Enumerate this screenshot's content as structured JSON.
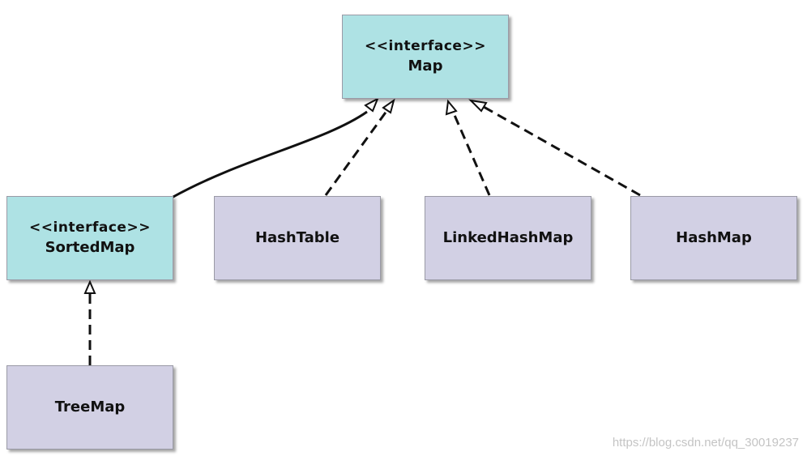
{
  "nodes": {
    "map": {
      "stereotype": "<<interface>>",
      "name": "Map"
    },
    "sortedmap": {
      "stereotype": "<<interface>>",
      "name": "SortedMap"
    },
    "hashtable": {
      "name": "HashTable"
    },
    "linkedhashmap": {
      "name": "LinkedHashMap"
    },
    "hashmap": {
      "name": "HashMap"
    },
    "treemap": {
      "name": "TreeMap"
    }
  },
  "edges": [
    {
      "from": "SortedMap",
      "to": "Map",
      "style": "solid",
      "arrow": "hollow-triangle"
    },
    {
      "from": "HashTable",
      "to": "Map",
      "style": "dashed",
      "arrow": "hollow-triangle"
    },
    {
      "from": "LinkedHashMap",
      "to": "Map",
      "style": "dashed",
      "arrow": "hollow-triangle"
    },
    {
      "from": "HashMap",
      "to": "Map",
      "style": "dashed",
      "arrow": "hollow-triangle"
    },
    {
      "from": "TreeMap",
      "to": "SortedMap",
      "style": "dashed",
      "arrow": "hollow-triangle"
    }
  ],
  "colors": {
    "interface_fill": "#aee2e4",
    "class_fill": "#d2d0e4",
    "line": "#111111"
  },
  "watermark": "https://blog.csdn.net/qq_30019237"
}
